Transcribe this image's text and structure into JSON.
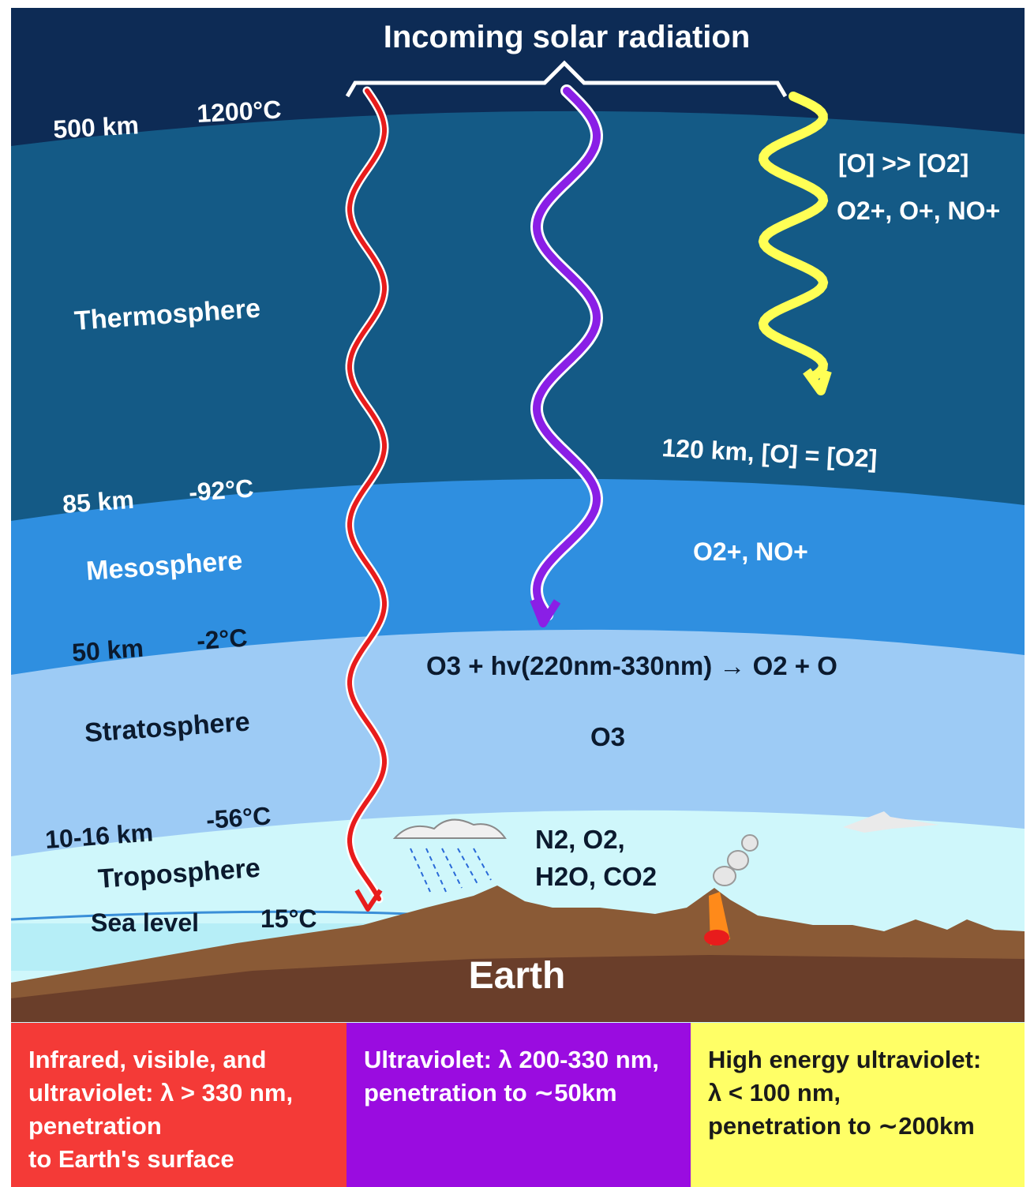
{
  "title": "Incoming solar radiation",
  "layers": {
    "thermo_top": {
      "altitude": "500 km",
      "temperature": "1200°C"
    },
    "thermosphere": "Thermosphere",
    "meso_top": {
      "altitude": "85 km",
      "temperature": "-92°C"
    },
    "mesosphere": "Mesosphere",
    "strato_top": {
      "altitude": "50 km",
      "temperature": "-2°C"
    },
    "stratosphere": "Stratosphere",
    "tropo_top": {
      "altitude": "10-16 km",
      "temperature": "-56°C"
    },
    "troposphere": "Troposphere",
    "sea_level": {
      "label": "Sea level",
      "temperature": "15°C"
    }
  },
  "chemistry": {
    "thermo_ratio": "[O] >> [O2]",
    "thermo_ions": "O2+, O+, NO+",
    "boundary_120": "120 km, [O] = [O2]",
    "meso_ions": "O2+, NO+",
    "ozone_reaction": "O3 + hv(220nm-330nm) → O2 + O",
    "ozone": "O3",
    "tropo_gases_1": "N2, O2,",
    "tropo_gases_2": "H2O, CO2"
  },
  "earth_label": "Earth",
  "legend": {
    "red": "Infrared, visible, and\nultraviolet: λ > 330 nm,\npenetration\nto Earth's surface",
    "purple": "Ultraviolet: λ 200-330 nm,\npenetration to ∼50km",
    "yellow": "High energy ultraviolet:\nλ < 100 nm,\npenetration to ∼200km"
  },
  "colors": {
    "space": "#0d2b55",
    "thermosphere": "#145a86",
    "mesosphere": "#2f8fe0",
    "stratosphere": "#9dcbf5",
    "troposphere": "#cff7fb",
    "earth": "#8a5a36",
    "red_ray": "#e81c1c",
    "purple_ray": "#8a1fe6",
    "yellow_ray": "#ffff55"
  }
}
